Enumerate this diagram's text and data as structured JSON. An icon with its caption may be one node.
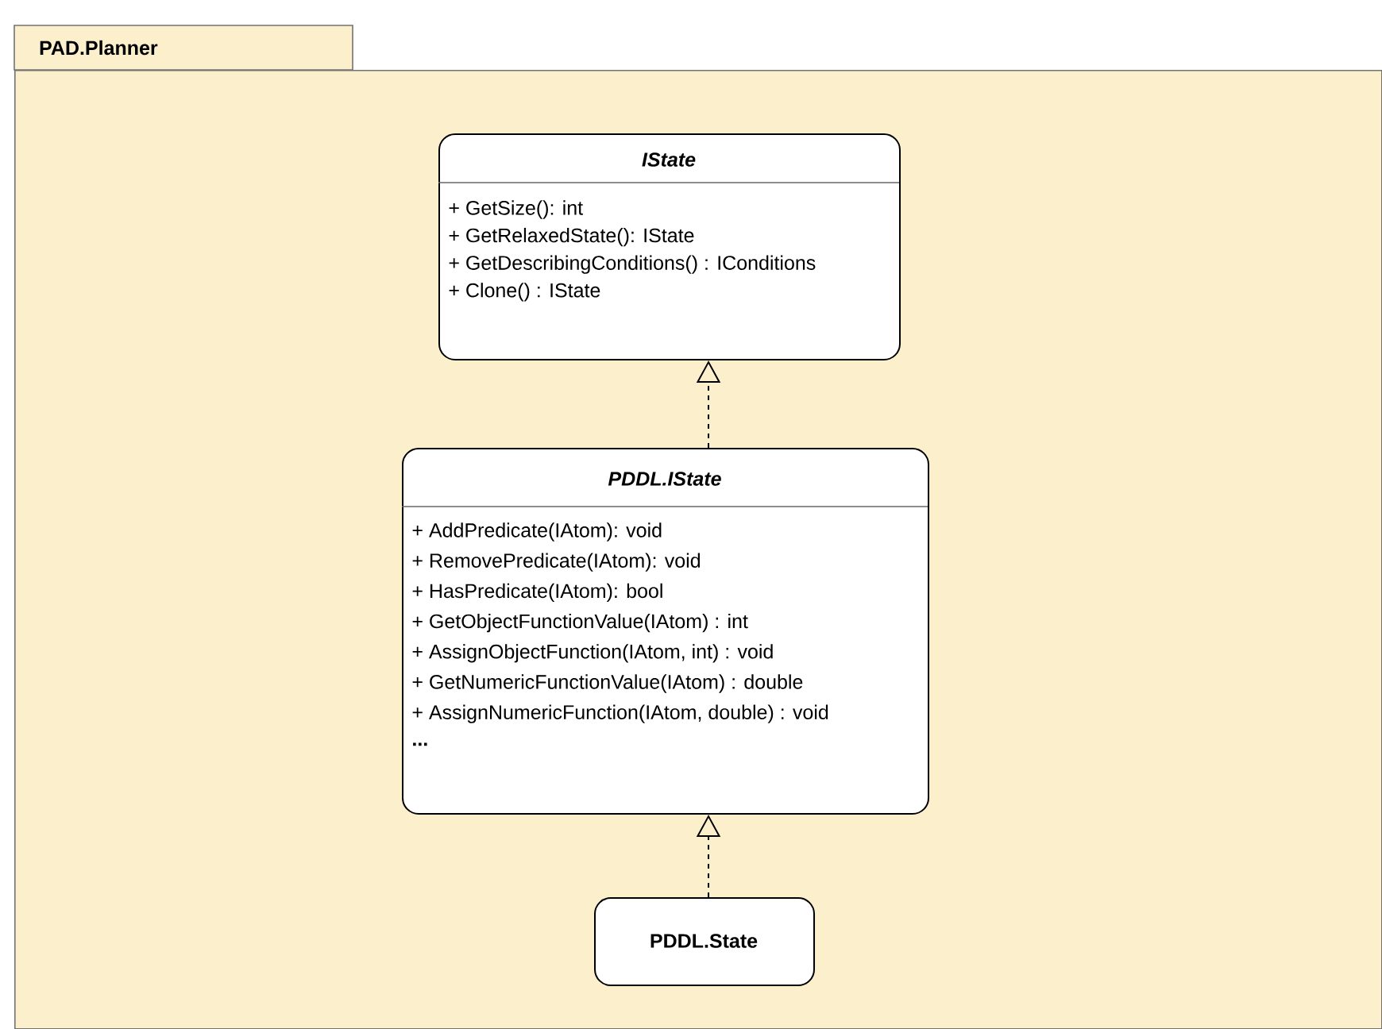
{
  "diagram": {
    "nodes": [
      {
        "text": [
          "PAD.Planner"
        ]
      },
      {
        "text": [
          "IState",
          "+ GetSize(): int",
          "+ GetRelaxedState(): IState",
          "+ GetDescribingConditions() : IConditions",
          "+ Clone() : IState"
        ],
        "in": 0
      },
      {
        "text": [
          "PDDL.IState",
          "+ AddPredicate(IAtom): void",
          "+ RemovePredicate(IAtom): void",
          "+ HasPredicate(IAtom): bool",
          "+ GetObjectFunctionValue(IAtom) : int",
          "+ AssignObjectFunction(IAtom, int) : void",
          "+ GetNumericFunctionValue(IAtom) : double",
          "+ AssignNumericFunction(IAtom, double) : void",
          "**...**"
        ],
        "in": 0
      },
      {
        "text": [
          "PDDL.State"
        ],
        "in": 0
      }
    ],
    "edges": [
      {
        "from": 2,
        "to": 1,
        "arrow": "to",
        "style": "dashed"
      },
      {
        "from": 3,
        "to": 2,
        "arrow": "to",
        "style": "dashed"
      }
    ]
  }
}
